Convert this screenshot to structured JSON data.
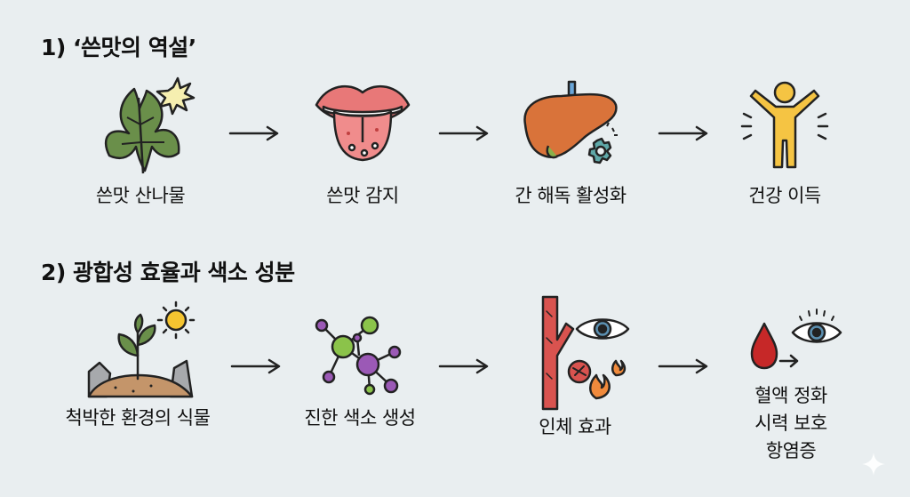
{
  "sections": [
    {
      "title": "1) ‘쓴맛의 역설’",
      "steps": [
        {
          "label": "쓴맛 산나물",
          "icon": "bitter-herb-icon"
        },
        {
          "label": "쓴맛 감지",
          "icon": "tongue-icon"
        },
        {
          "label": "간 해독 활성화",
          "icon": "liver-icon"
        },
        {
          "label": "건강 이득",
          "icon": "healthy-person-icon"
        }
      ]
    },
    {
      "title": "2) 광합성 효율과 색소 성분",
      "steps": [
        {
          "label": "척박한 환경의 식물",
          "icon": "plant-sprout-icon"
        },
        {
          "label": "진한 색소 생성",
          "icon": "molecule-icon"
        },
        {
          "label": "인체 효과",
          "icon": "body-effect-icon"
        },
        {
          "label_lines": [
            "혈액 정화",
            "시력 보호",
            "항염증"
          ],
          "icon": "blood-eye-icon"
        }
      ]
    }
  ],
  "colors": {
    "background": "#e9eef0",
    "leaf": "#6a8f4a",
    "tongue": "#f08c8c",
    "liver": "#d9733a",
    "person": "#f5c443",
    "sun": "#f4c430",
    "molecule_green": "#8bc34a",
    "molecule_purple": "#9b59b6",
    "vessel": "#d9534f",
    "blood": "#c62828"
  }
}
